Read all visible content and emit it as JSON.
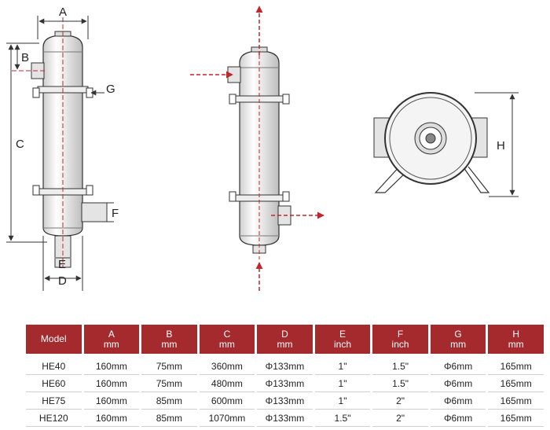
{
  "labels": {
    "a": "A",
    "b": "B",
    "c": "C",
    "d": "D",
    "e": "E",
    "f": "F",
    "g": "G",
    "h": "H"
  },
  "colors": {
    "flow_arrow": "#c0272d",
    "header_bg": "#a52a2e",
    "line": "#333333"
  },
  "table": {
    "headers": [
      {
        "main": "Model",
        "sub": ""
      },
      {
        "main": "A",
        "sub": "mm"
      },
      {
        "main": "B",
        "sub": "mm"
      },
      {
        "main": "C",
        "sub": "mm"
      },
      {
        "main": "D",
        "sub": "mm"
      },
      {
        "main": "E",
        "sub": "inch"
      },
      {
        "main": "F",
        "sub": "inch"
      },
      {
        "main": "G",
        "sub": "mm"
      },
      {
        "main": "H",
        "sub": "mm"
      }
    ],
    "rows": [
      [
        "HE40",
        "160mm",
        "75mm",
        "360mm",
        "Φ133mm",
        "1\"",
        "1.5\"",
        "Φ6mm",
        "165mm"
      ],
      [
        "HE60",
        "160mm",
        "75mm",
        "480mm",
        "Φ133mm",
        "1\"",
        "1.5\"",
        "Φ6mm",
        "165mm"
      ],
      [
        "HE75",
        "160mm",
        "85mm",
        "600mm",
        "Φ133mm",
        "1\"",
        "2\"",
        "Φ6mm",
        "165mm"
      ],
      [
        "HE120",
        "160mm",
        "85mm",
        "1070mm",
        "Φ133mm",
        "1.5\"",
        "2\"",
        "Φ6mm",
        "165mm"
      ]
    ]
  }
}
